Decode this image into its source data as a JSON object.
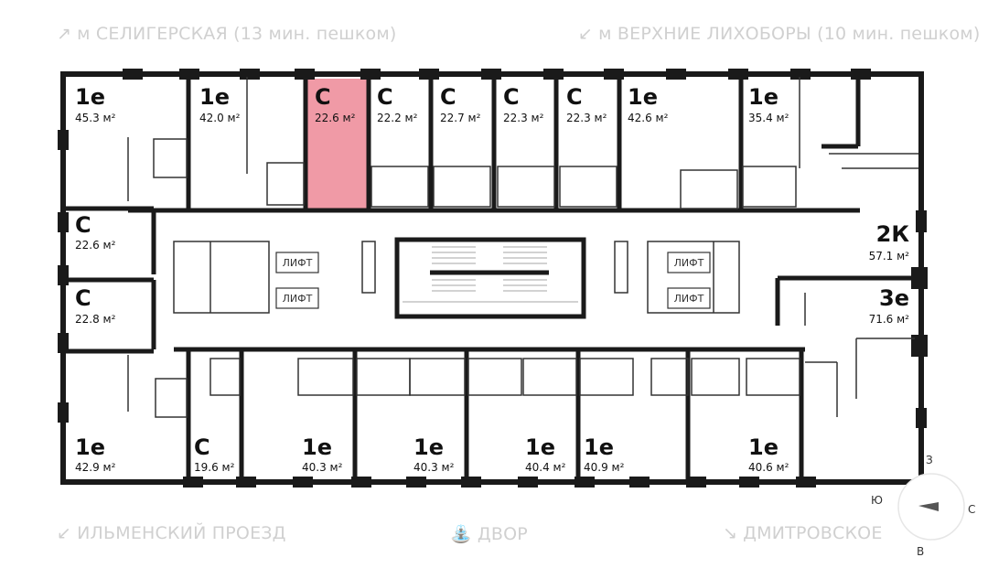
{
  "directions": {
    "top_left": {
      "label": "м СЕЛИГЕРСКАЯ (13 мин. пешком)",
      "icon": "arrow-up-right-icon"
    },
    "top_right": {
      "label": "м ВЕРХНИЕ ЛИХОБОРЫ (10 мин. пешком)",
      "icon": "arrow-down-left-icon"
    },
    "bottom_left": {
      "label": "ИЛЬМЕНСКИЙ ПРОЕЗД",
      "icon": "arrow-down-left-icon"
    },
    "bottom_center": {
      "label": "ДВОР",
      "icon": "tree-bench-icon"
    },
    "bottom_right": {
      "label": "ДМИТРОВСКОЕ",
      "icon": "arrow-down-right-icon"
    }
  },
  "units": {
    "t1": {
      "type": "1е",
      "area": "45.3 м²"
    },
    "t2": {
      "type": "1е",
      "area": "42.0 м²"
    },
    "t3": {
      "type": "С",
      "area": "22.6 м²",
      "highlighted": true
    },
    "t4": {
      "type": "С",
      "area": "22.2 м²"
    },
    "t5": {
      "type": "С",
      "area": "22.7 м²"
    },
    "t6": {
      "type": "С",
      "area": "22.3 м²"
    },
    "t7": {
      "type": "С",
      "area": "22.3 м²"
    },
    "t8": {
      "type": "1е",
      "area": "42.6 м²"
    },
    "t9": {
      "type": "1е",
      "area": "35.4 м²"
    },
    "l1": {
      "type": "С",
      "area": "22.6 м²"
    },
    "l2": {
      "type": "С",
      "area": "22.8 м²"
    },
    "r1": {
      "type": "2К",
      "area": "57.1 м²"
    },
    "r2": {
      "type": "3е",
      "area": "71.6 м²"
    },
    "b1": {
      "type": "1е",
      "area": "42.9 м²"
    },
    "b2": {
      "type": "С",
      "area": "19.6 м²"
    },
    "b3": {
      "type": "1е",
      "area": "40.3 м²"
    },
    "b4": {
      "type": "1е",
      "area": "40.3 м²"
    },
    "b5": {
      "type": "1е",
      "area": "40.4 м²"
    },
    "b6": {
      "type": "1е",
      "area": "40.9 м²"
    },
    "b7": {
      "type": "1е",
      "area": "40.6 м²"
    }
  },
  "lifts": {
    "label": "ЛИФТ"
  },
  "compass": {
    "n": "З",
    "e": "С",
    "s": "В",
    "w": "Ю"
  },
  "colors": {
    "highlight": "#f09aa6",
    "wall": "#1a1a1a",
    "muted_text": "#d0d0d0"
  }
}
